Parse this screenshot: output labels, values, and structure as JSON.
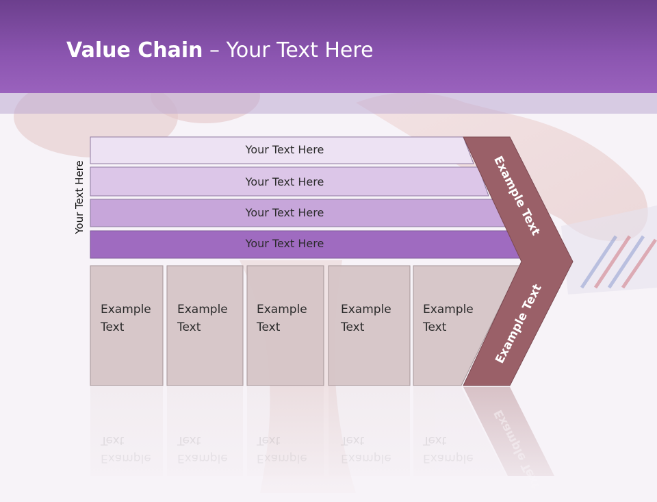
{
  "slide": {
    "title_bold": "Value Chain",
    "title_rest": " – Your Text Here",
    "side_label": "Your Text Here"
  },
  "bars": [
    {
      "label": "Your Text Here",
      "color": "#ede2f3"
    },
    {
      "label": "Your Text Here",
      "color": "#dcc6e8"
    },
    {
      "label": "Your Text Here",
      "color": "#c7a6da"
    },
    {
      "label": "Your Text Here",
      "color": "#9f6bc0"
    }
  ],
  "boxes": [
    {
      "line1": "Example",
      "line2": "Text"
    },
    {
      "line1": "Example",
      "line2": "Text"
    },
    {
      "line1": "Example",
      "line2": "Text"
    },
    {
      "line1": "Example",
      "line2": "Text"
    },
    {
      "line1": "Example",
      "line2": "Text"
    }
  ],
  "arrow": {
    "upper_label": "Example Text",
    "lower_label": "Example Text",
    "color": "#9a6068"
  },
  "colors": {
    "header": "#8b55b0",
    "box_fill": "#d5c4c6",
    "box_stroke": "#a08f92"
  }
}
